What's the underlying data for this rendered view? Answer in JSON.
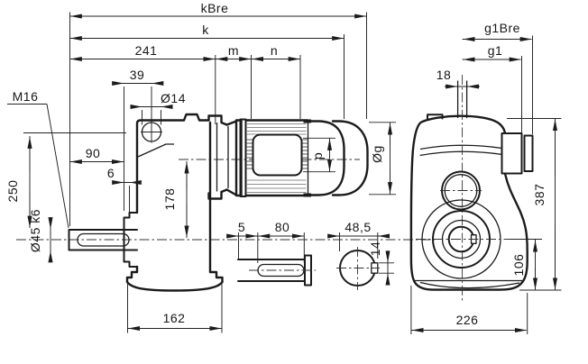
{
  "drawing": {
    "kind": "gearmotor-dimension-drawing",
    "colors": {
      "line": "#1b1b1b",
      "background": "#ffffff",
      "fins": "#8d8d8d"
    },
    "side_view": {
      "dims": {
        "kBre": "kBre",
        "k": "k",
        "d241": "241",
        "m": "m",
        "n": "n",
        "d39": "39",
        "dia14": "Ø14",
        "m16": "M16",
        "d90": "90",
        "d6": "6",
        "d250": "250",
        "shaft": "Ø45 k6",
        "d178": "178",
        "d162": "162",
        "p": "p",
        "dg": "Øg"
      }
    },
    "keyway_detail": {
      "d5": "5",
      "d80": "80"
    },
    "shaft_section_detail": {
      "d48_5": "48,5",
      "d14": "14"
    },
    "front_view": {
      "dims": {
        "g1Bre": "g1Bre",
        "g1": "g1",
        "d18": "18",
        "d387": "387",
        "d106": "106",
        "d226": "226"
      }
    }
  }
}
